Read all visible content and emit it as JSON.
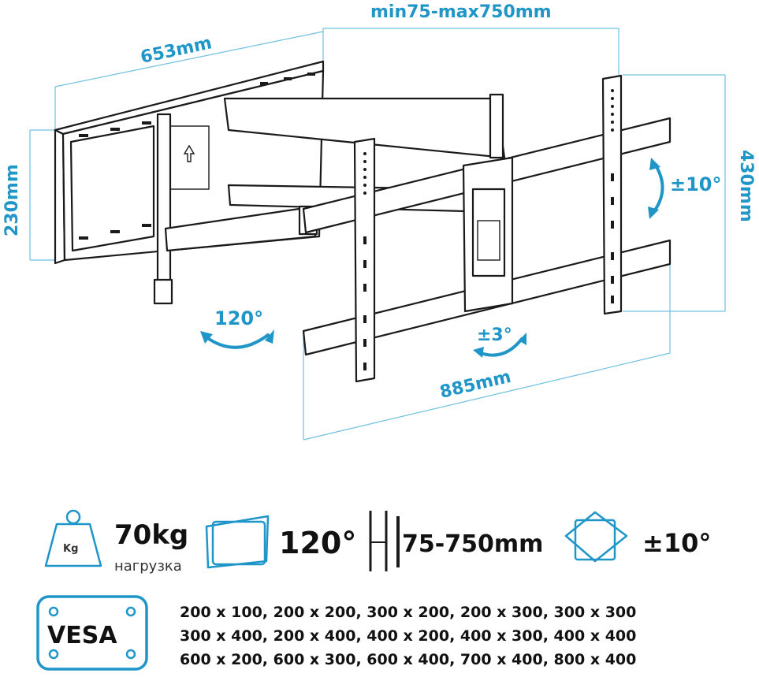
{
  "dimensions": {
    "depth": "min75-max750mm",
    "arm": "653mm",
    "wall_height": "230mm",
    "bracket_height": "430mm",
    "bracket_width": "885mm",
    "swivel": "120°",
    "tilt": "±10°",
    "rotate": "±3°"
  },
  "specs": {
    "load_value": "70kg",
    "load_icon_label": "Kg",
    "load_caption": "нагрузка",
    "swivel_value": "120°",
    "depth_value": "75-750mm",
    "tilt_value": "±10°"
  },
  "vesa": {
    "label": "VESA",
    "rows": [
      "200 x 100, 200 x 200, 300 x 200, 200 x 300, 300 x 300",
      "300 x 400, 200 x 400, 400 x 200, 400 x 300, 400 x 400",
      "600 x 200, 600 x 300, 600 x 400, 700 x 400, 800 x 400"
    ]
  },
  "colors": {
    "accent": "#1f95c8",
    "ink": "#1a1a1a"
  }
}
